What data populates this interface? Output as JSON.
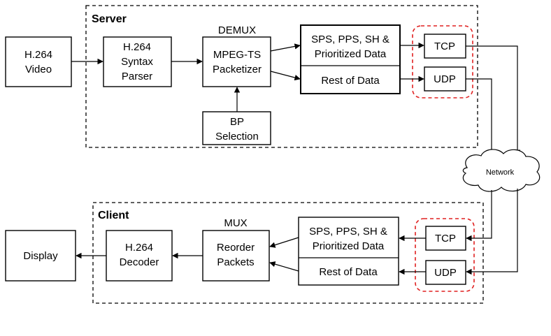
{
  "server": {
    "title": "Server",
    "demux_label": "DEMUX",
    "h264_video": [
      "H.264",
      "Video"
    ],
    "syntax_parser": [
      "H.264",
      "Syntax",
      "Parser"
    ],
    "packetizer": [
      "MPEG-TS",
      "Packetizer"
    ],
    "bp_selection": [
      "BP",
      "Selection"
    ],
    "prioritized": [
      "SPS, PPS, SH &",
      "Prioritized Data"
    ],
    "rest": "Rest of Data",
    "tcp": "TCP",
    "udp": "UDP"
  },
  "network": "Network",
  "client": {
    "title": "Client",
    "mux_label": "MUX",
    "display": "Display",
    "decoder": [
      "H.264",
      "Decoder"
    ],
    "reorder": [
      "Reorder",
      "Packets"
    ],
    "prioritized": [
      "SPS, PPS, SH &",
      "Prioritized Data"
    ],
    "rest": "Rest of Data",
    "tcp": "TCP",
    "udp": "UDP"
  },
  "colors": {
    "highlight": "#e02020",
    "stroke": "#000000"
  }
}
